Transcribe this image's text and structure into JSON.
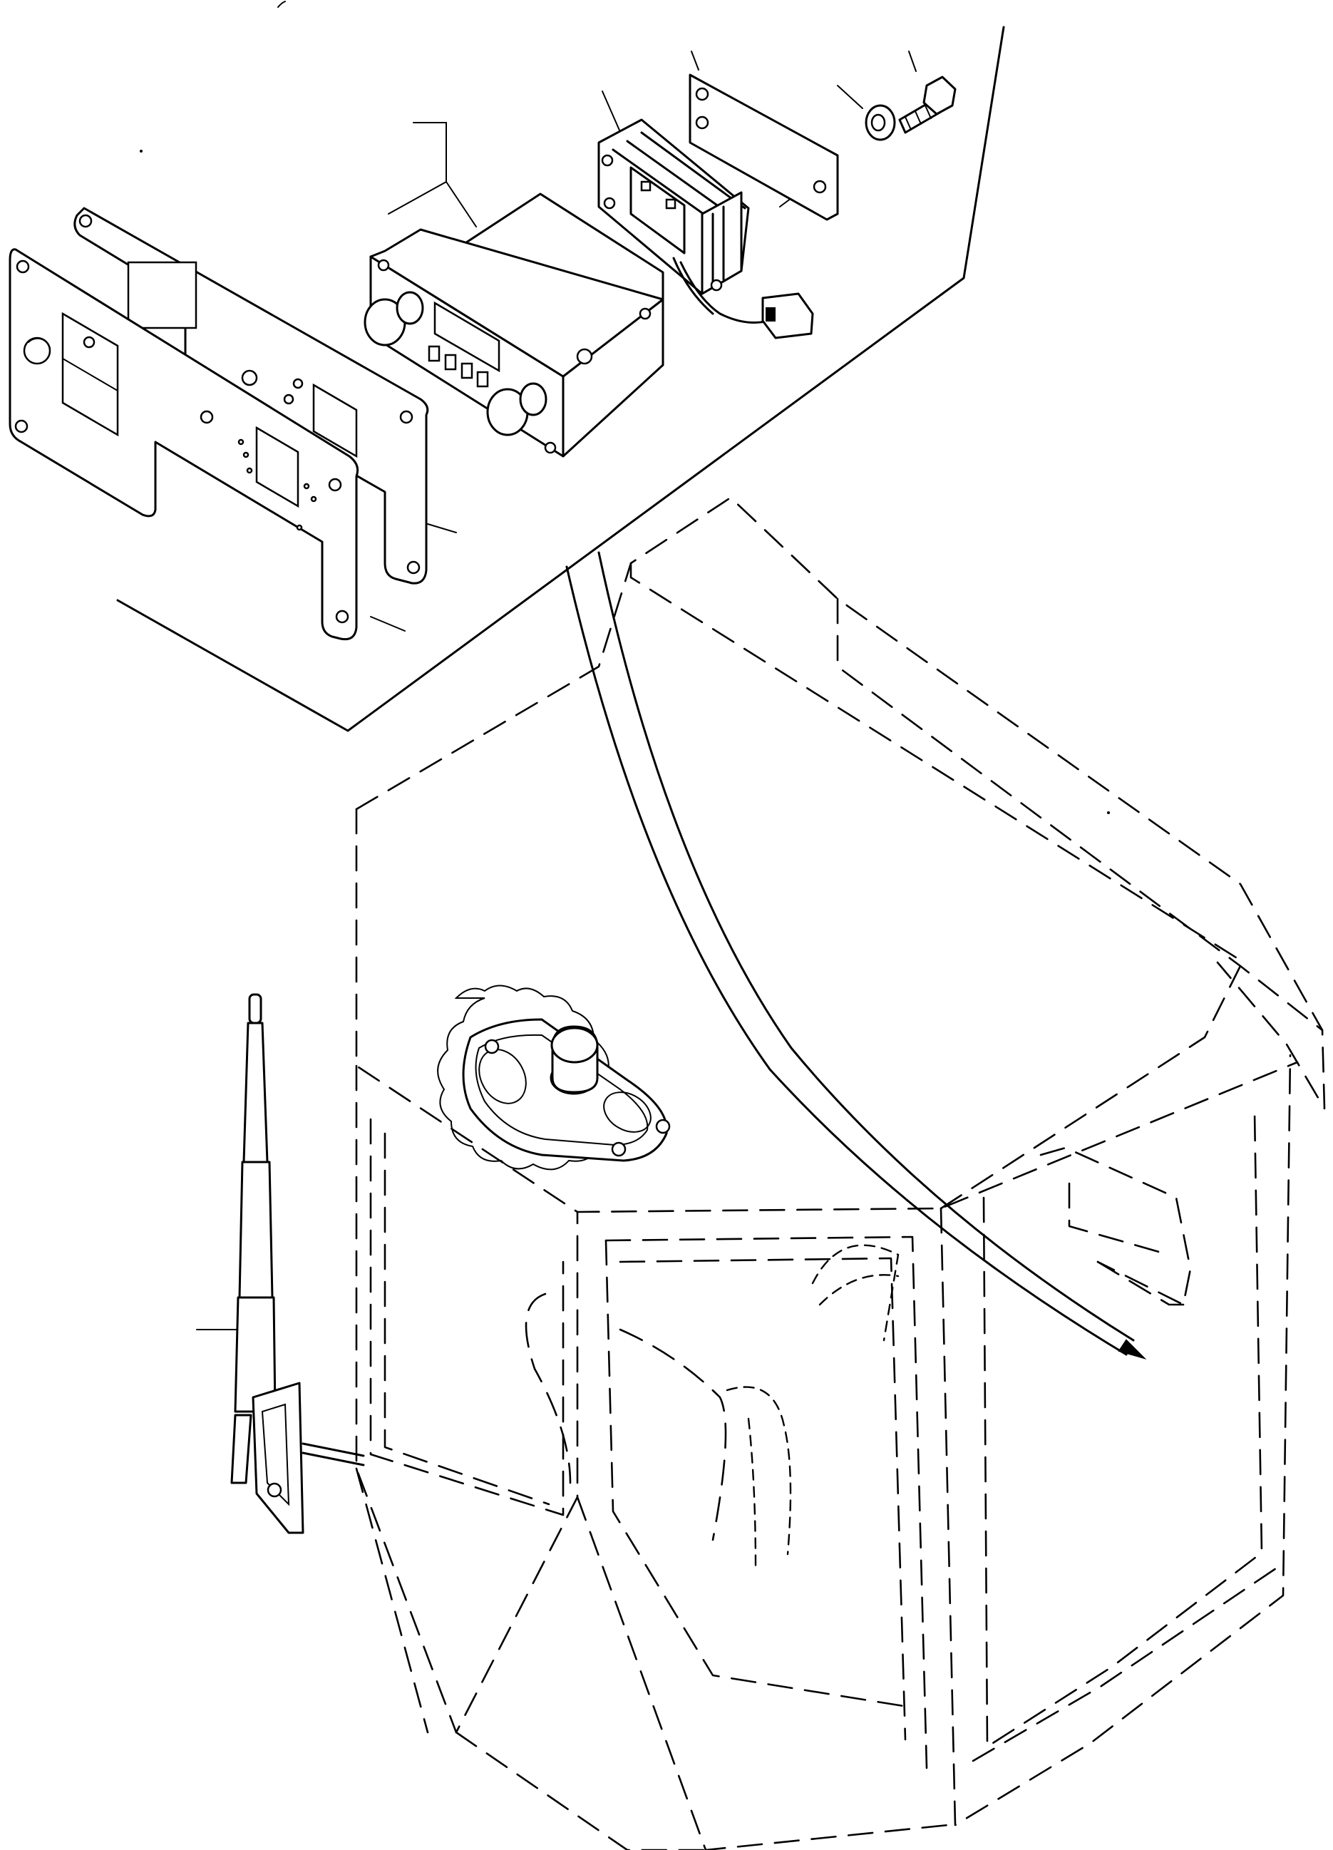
{
  "parts": [
    {
      "id": "radio-unit",
      "icon": "radio-icon"
    },
    {
      "id": "voltage-converter",
      "icon": "heat-sink-icon"
    },
    {
      "id": "mounting-bracket-plate",
      "icon": "plate-icon"
    },
    {
      "id": "bolt",
      "icon": "bolt-icon"
    },
    {
      "id": "washer",
      "icon": "washer-icon"
    },
    {
      "id": "panel-front",
      "icon": "panel-icon"
    },
    {
      "id": "panel-rear",
      "icon": "panel-icon"
    },
    {
      "id": "speaker",
      "icon": "speaker-icon"
    },
    {
      "id": "antenna",
      "icon": "antenna-icon"
    },
    {
      "id": "cab-outline",
      "icon": "cab-icon"
    }
  ],
  "colors": {
    "line": "#000000",
    "background": "#ffffff"
  }
}
